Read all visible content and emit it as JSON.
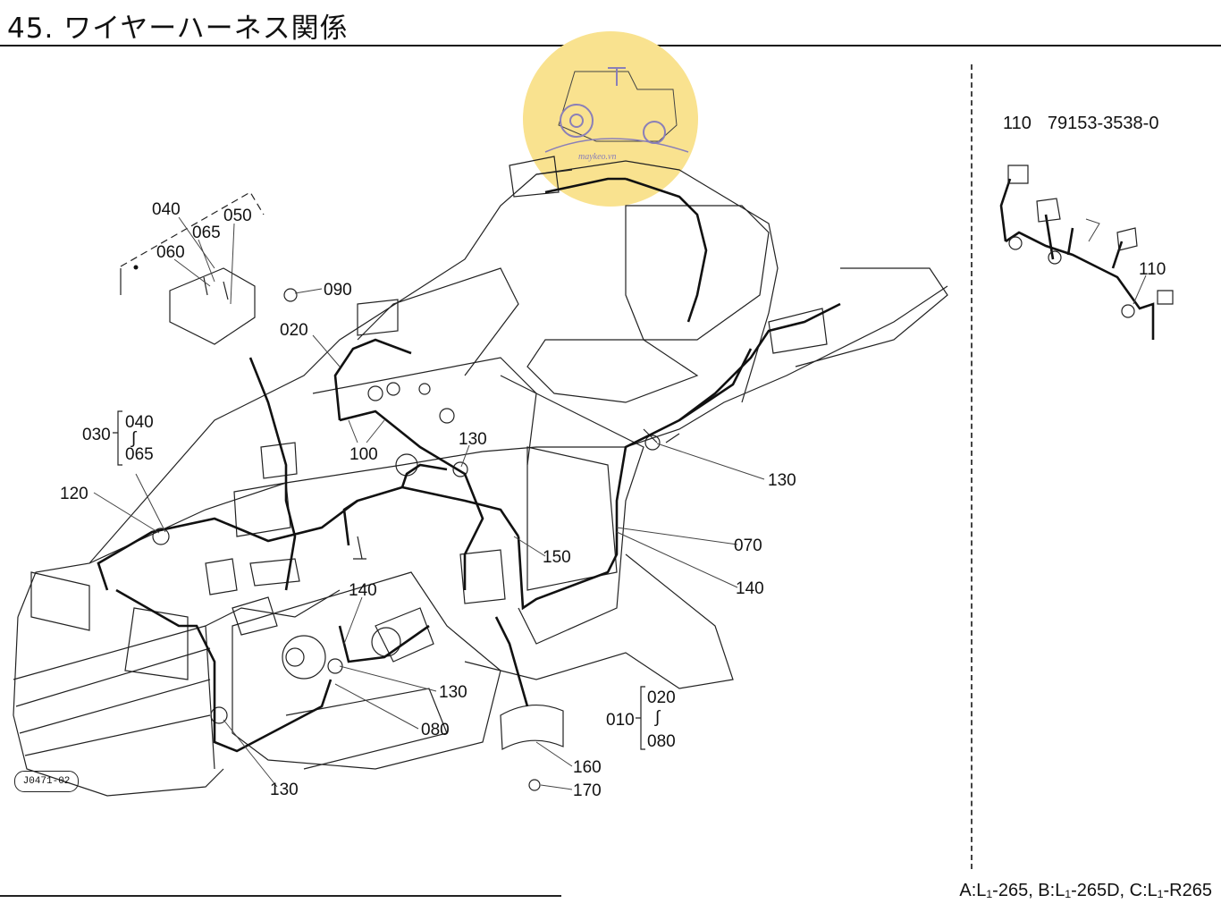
{
  "page": {
    "title": "45. ワイヤーハーネス関係",
    "model_note": "A:L₁-265, B:L₁-265D, C:L₁-R265",
    "drawing_code": "J0471-02"
  },
  "watermark": {
    "text": "maykeo.vn",
    "color": "#f8e08a"
  },
  "inset": {
    "part_no": "110",
    "part_number": "79153-3538-0",
    "callout": "110"
  },
  "callouts": {
    "c040": "040",
    "c065": "065",
    "c050": "050",
    "c060": "060",
    "c090": "090",
    "c020": "020",
    "c030": "030",
    "c030_040": "040",
    "c030_tilde": "∫",
    "c030_065": "065",
    "c100": "100",
    "c130_top": "130",
    "c130_right": "130",
    "c120": "120",
    "c070": "070",
    "c150": "150",
    "c140_right": "140",
    "c140_mid": "140",
    "c130_mid": "130",
    "c080": "080",
    "c130_bottom": "130",
    "c010": "010",
    "c010_020": "020",
    "c010_tilde": "∫",
    "c010_080": "080",
    "c160": "160",
    "c170": "170"
  }
}
